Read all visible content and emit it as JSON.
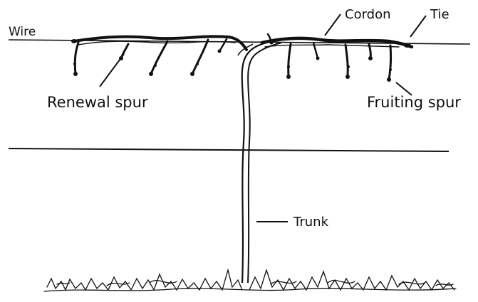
{
  "labels": {
    "wire": "Wire",
    "cordon": "Cordon",
    "tie": "Tie",
    "renewal_spur": "Renewal spur",
    "fruiting_spur": "Fruiting spur",
    "trunk": "Trunk"
  },
  "colors": {
    "ink": "#111111",
    "background": "#ffffff"
  }
}
